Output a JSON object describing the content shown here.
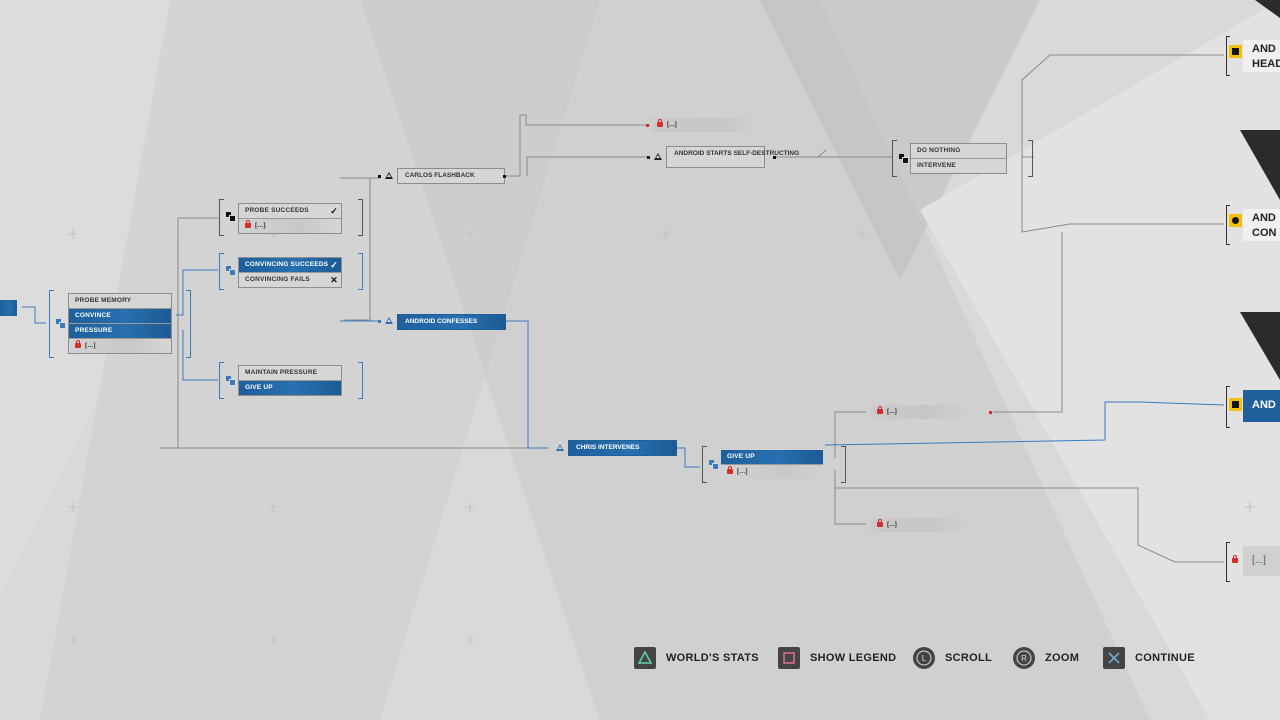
{
  "tree": {
    "entry_choices": [
      {
        "label": "PROBE MEMORY",
        "selected": false,
        "locked": false
      },
      {
        "label": "CONVINCE",
        "selected": true,
        "locked": false
      },
      {
        "label": "PRESSURE",
        "selected": true,
        "locked": false
      },
      {
        "label": "[...]",
        "selected": false,
        "locked": true
      }
    ],
    "probe_group": [
      {
        "label": "PROBE SUCCEEDS",
        "mark": "✓",
        "locked": false
      },
      {
        "label": "[...]",
        "mark": "",
        "locked": true
      }
    ],
    "convince_group": [
      {
        "label": "CONVINCING SUCCEEDS",
        "mark": "✓",
        "selected": true
      },
      {
        "label": "CONVINCING FAILS",
        "mark": "✕",
        "selected": false
      }
    ],
    "pressure_group": [
      {
        "label": "MAINTAIN PRESSURE",
        "selected": false
      },
      {
        "label": "GIVE UP",
        "selected": true
      }
    ],
    "carlos_flashback": "CARLOS FLASHBACK",
    "android_confesses": "ANDROID CONFESSES",
    "chris_intervenes": "CHRIS INTERVENES",
    "top_locked": "[...]",
    "self_destructing": "ANDROID STARTS SELF-DESTRUCTING",
    "do_nothing_group": [
      {
        "label": "DO NOTHING"
      },
      {
        "label": "INTERVENE"
      }
    ],
    "give_up_group": [
      {
        "label": "GIVE UP",
        "selected": true,
        "locked": false
      },
      {
        "label": "[...]",
        "selected": false,
        "locked": true
      }
    ],
    "locked_upper": "[...]",
    "locked_lower": "[...]",
    "endings": [
      {
        "line1": "AND",
        "line2": "HEAD",
        "icon": "padlock-badge-icon",
        "selected": false
      },
      {
        "line1": "AND",
        "line2": "CON",
        "icon": "skull-badge-icon",
        "selected": false
      },
      {
        "line1": "AND",
        "line2": "",
        "icon": "padlock-badge-icon",
        "selected": true
      }
    ],
    "ending_locked": "[...]"
  },
  "footer": [
    {
      "label": "WORLD'S STATS",
      "icon": "triangle-button-icon"
    },
    {
      "label": "SHOW LEGEND",
      "icon": "square-button-icon"
    },
    {
      "label": "SCROLL",
      "icon": "left-stick-icon"
    },
    {
      "label": "ZOOM",
      "icon": "right-stick-icon"
    },
    {
      "label": "CONTINUE",
      "icon": "cross-button-icon"
    }
  ],
  "colors": {
    "accent_blue": "#1e5f9c",
    "lock_red": "#d42b2b",
    "ending_yellow": "#f2c200",
    "triangle_green": "#5fd3a8",
    "square_pink": "#e36b9a",
    "cross_blue": "#74b6e6"
  }
}
